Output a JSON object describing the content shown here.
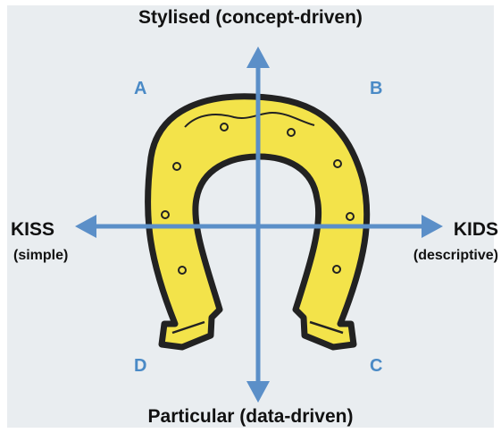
{
  "axes": {
    "top": "Stylised (concept-driven)",
    "bottom": "Particular (data-driven)",
    "left_main": "KISS",
    "left_sub": "(simple)",
    "right_main": "KIDS",
    "right_sub": "(descriptive)"
  },
  "quadrants": {
    "a": "A",
    "b": "B",
    "c": "C",
    "d": "D"
  },
  "colors": {
    "background": "#e9edf0",
    "axis": "#5b8fc8",
    "quadrant_label": "#4a8ac6",
    "horseshoe_fill": "#f3e34a",
    "horseshoe_outline": "#222222"
  },
  "icon": "horseshoe-icon"
}
